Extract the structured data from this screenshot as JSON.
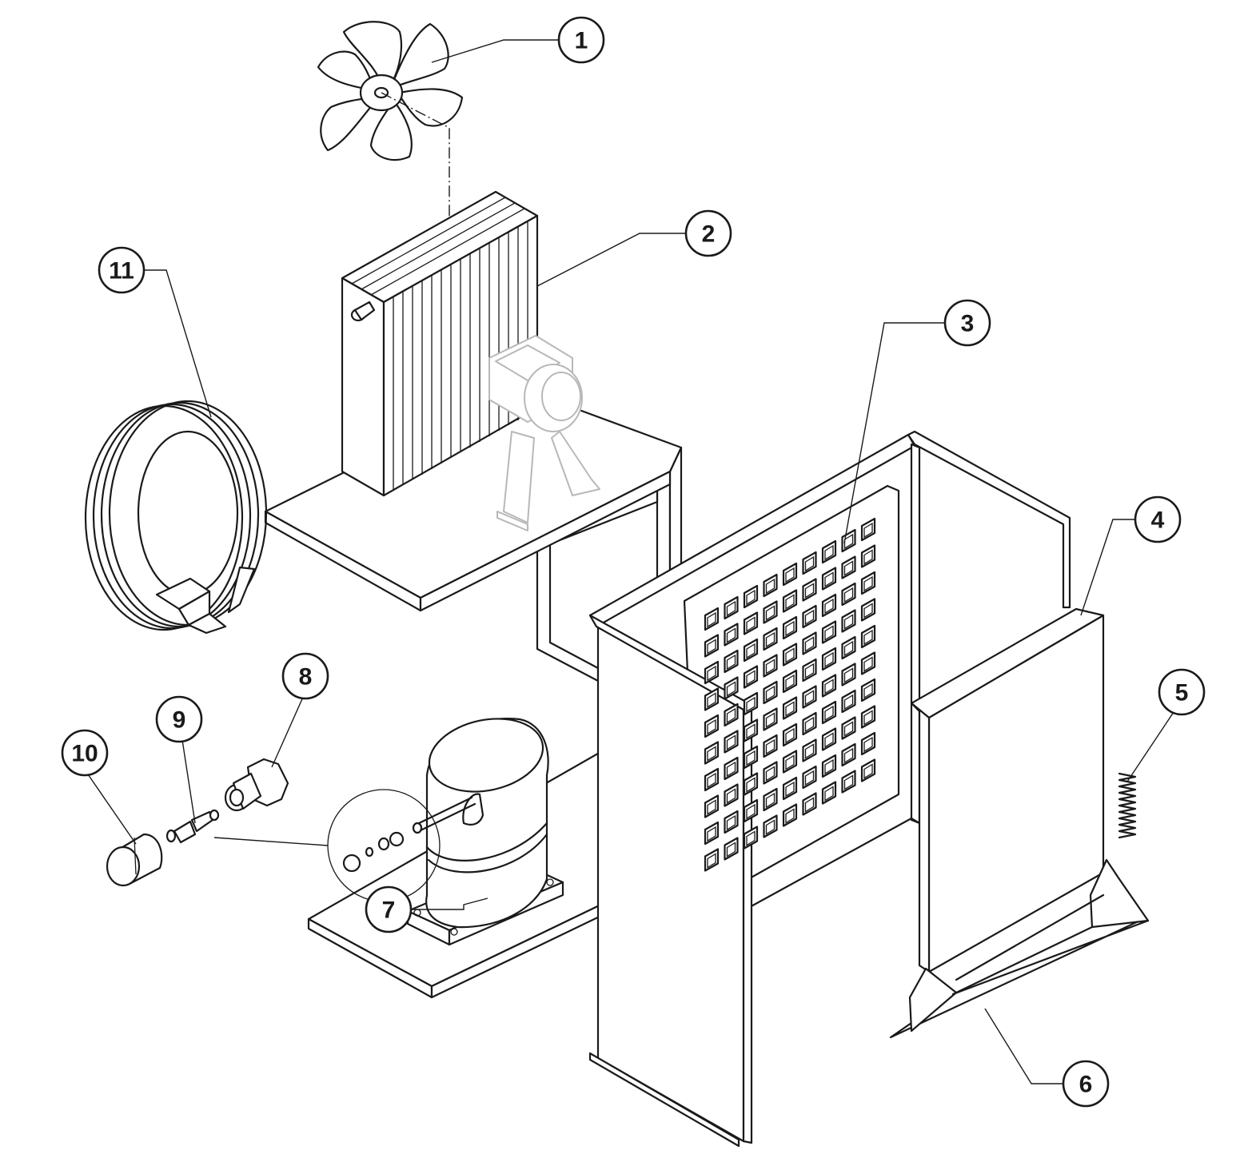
{
  "callouts": [
    {
      "id": 1,
      "label": "1"
    },
    {
      "id": 2,
      "label": "2"
    },
    {
      "id": 3,
      "label": "3"
    },
    {
      "id": 4,
      "label": "4"
    },
    {
      "id": 5,
      "label": "5"
    },
    {
      "id": 6,
      "label": "6"
    },
    {
      "id": 7,
      "label": "7"
    },
    {
      "id": 8,
      "label": "8"
    },
    {
      "id": 9,
      "label": "9"
    },
    {
      "id": 10,
      "label": "10"
    },
    {
      "id": 11,
      "label": "11"
    }
  ],
  "colors": {
    "line": "#1a1a1a",
    "ghost": "#b8b8b8",
    "background": "#ffffff"
  }
}
